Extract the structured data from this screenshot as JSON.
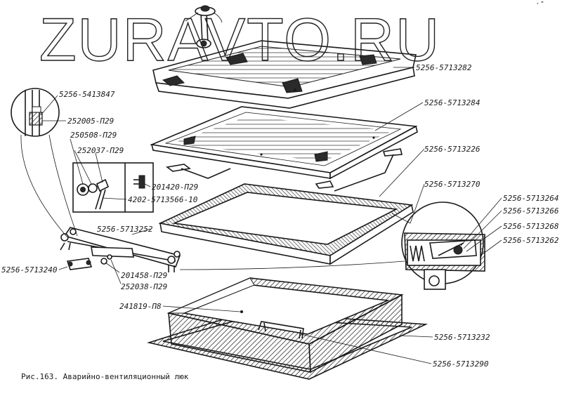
{
  "watermark": "ZURAVTO.RU",
  "corner_mark": "ˑ″",
  "caption": "Рис.163. Аварийно-вентиляционный люк",
  "callouts": [
    "5256-5713282",
    "5256-5713284",
    "5256-5713226",
    "5256-5713270",
    "5256-5713264",
    "5256-5713266",
    "5256-5713268",
    "5256-5713262",
    "5256-5413847",
    "252005-П29",
    "250508-П29",
    "252037-П29",
    "201420-П29",
    "4202-5713566-10",
    "5256-5713252",
    "5256-5713240",
    "201458-П29",
    "252038-П29",
    "241819-П8",
    "5256-5713232",
    "5256-5713290"
  ]
}
